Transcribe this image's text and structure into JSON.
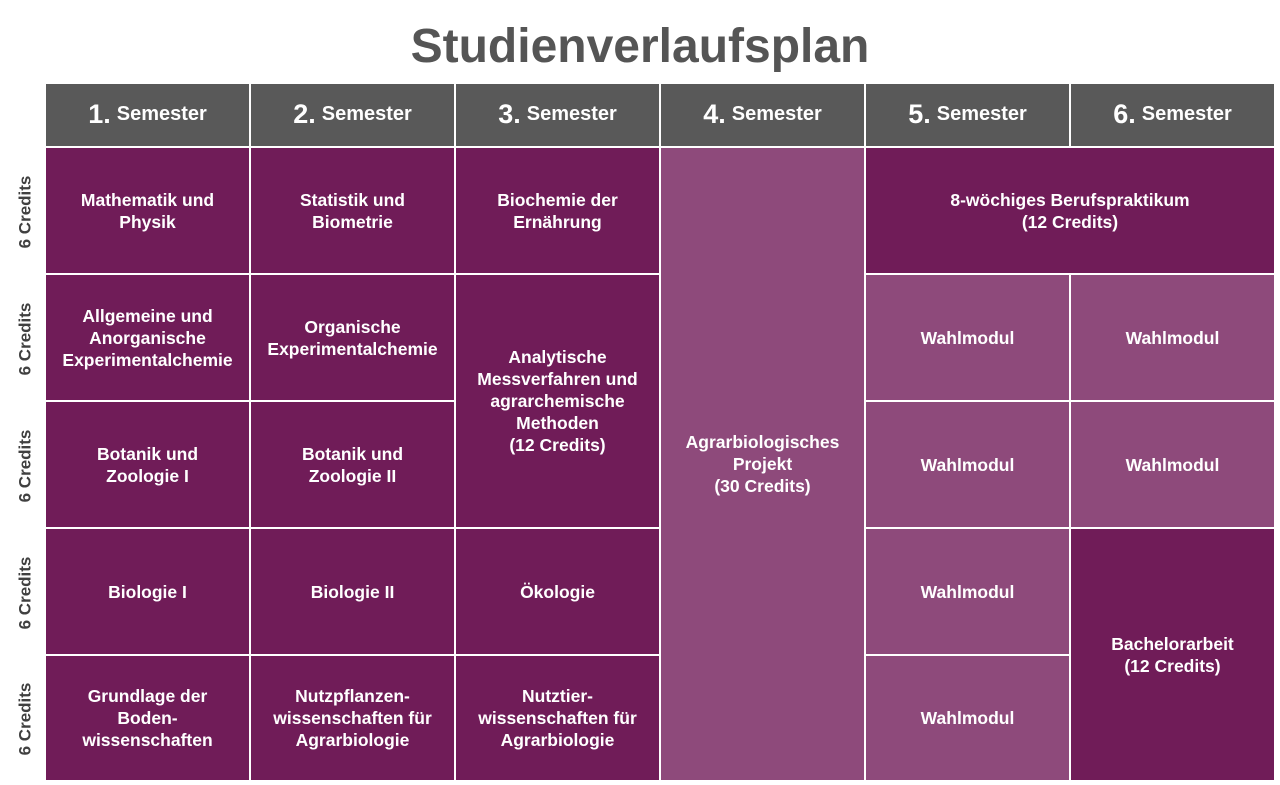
{
  "title": "Studienverlaufsplan",
  "semesters": [
    {
      "num": "1.",
      "label": "Semester"
    },
    {
      "num": "2.",
      "label": "Semester"
    },
    {
      "num": "3.",
      "label": "Semester"
    },
    {
      "num": "4.",
      "label": "Semester"
    },
    {
      "num": "5.",
      "label": "Semester"
    },
    {
      "num": "6.",
      "label": "Semester"
    }
  ],
  "row_labels": [
    "6 Credits",
    "6 Credits",
    "6 Credits",
    "6 Credits",
    "6 Credits"
  ],
  "modules": {
    "mathematik_physik": "Mathematik und\nPhysik",
    "statistik_biometrie": "Statistik und\nBiometrie",
    "biochemie": "Biochemie der\nErnährung",
    "agrarbiologisches_projekt": "Agrarbiologisches\nProjekt\n(30 Credits)",
    "berufspraktikum": "8-wöchiges Berufspraktikum\n(12 Credits)",
    "allgemeine_chemie": "Allgemeine und\nAnorganische\nExperimentalchemie",
    "organische_chemie": "Organische\nExperimentalchemie",
    "analytische_methoden": "Analytische\nMessverfahren und\nagrarchemische\nMethoden\n(12 Credits)",
    "wahlmodul_5a": "Wahlmodul",
    "wahlmodul_6a": "Wahlmodul",
    "botanik_zoologie_1": "Botanik und\nZoologie I",
    "botanik_zoologie_2": "Botanik und\nZoologie  II",
    "wahlmodul_5b": "Wahlmodul",
    "wahlmodul_6b": "Wahlmodul",
    "biologie_1": "Biologie I",
    "biologie_2": "Biologie II",
    "oekologie": "Ökologie",
    "wahlmodul_5c": "Wahlmodul",
    "bachelorarbeit": "Bachelorarbeit\n(12 Credits)",
    "bodenwissenschaften": "Grundlage der\nBoden-\nwissenschaften",
    "nutzpflanzen": "Nutzpflanzen-\nwissenschaften für\nAgrarbiologie",
    "nutztier": "Nutztier-\nwissenschaften für\nAgrarbiologie",
    "wahlmodul_5d": "Wahlmodul"
  },
  "colors": {
    "header_bg": "#595959",
    "module_dark": "#701c58",
    "module_light": "#8e4a7b",
    "title_text": "#555555"
  }
}
